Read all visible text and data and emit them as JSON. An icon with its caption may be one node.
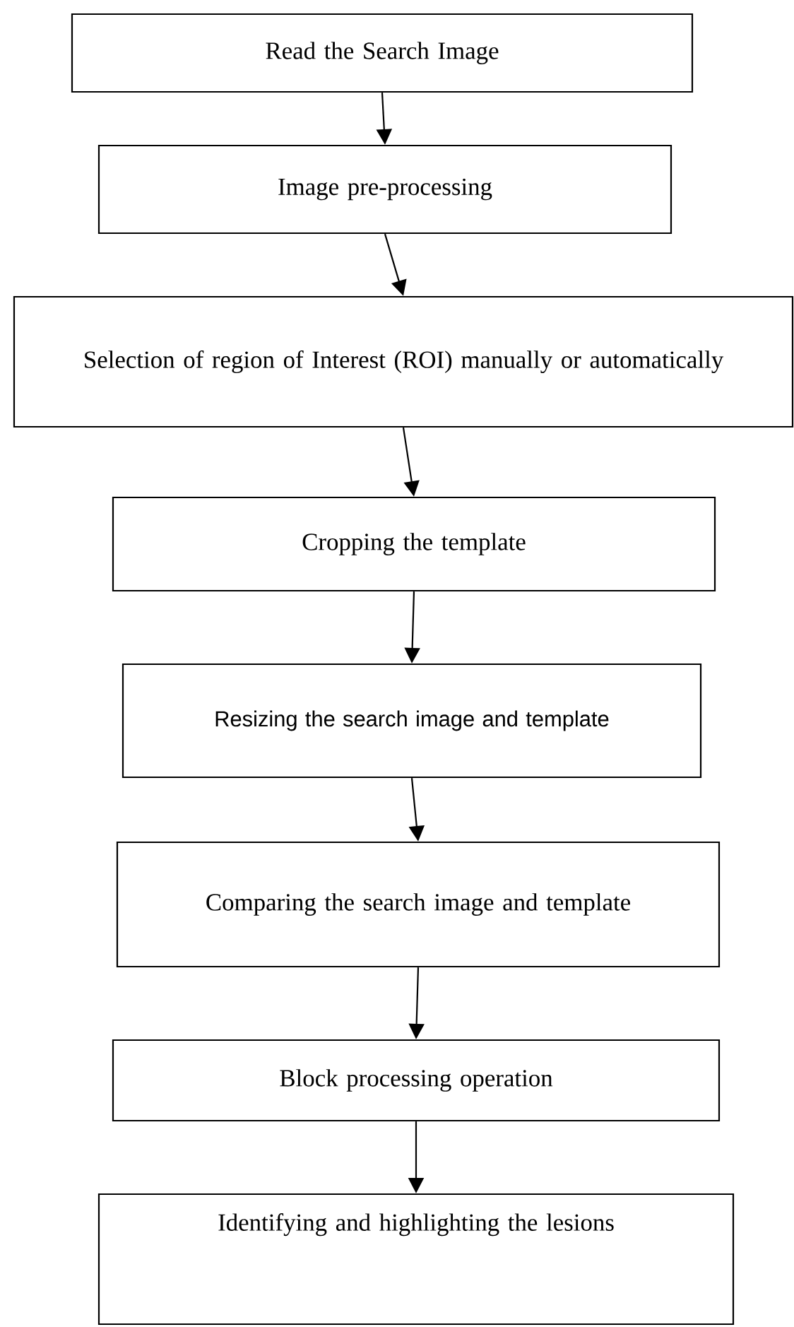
{
  "diagram": {
    "nodes": [
      {
        "text": [
          "Read the Search Image"
        ]
      },
      {
        "text": [
          "Image pre-processing"
        ]
      },
      {
        "text": [
          "Selection of region of Interest (ROI) manually or automatically"
        ]
      },
      {
        "text": [
          "Cropping the template"
        ]
      },
      {
        "text": [
          "Resizing the search image and template"
        ]
      },
      {
        "text": [
          "Comparing the search image and template"
        ]
      },
      {
        "text": [
          "Block processing operation"
        ]
      },
      {
        "text": [
          "Identifying and highlighting the lesions"
        ]
      }
    ],
    "edges": [
      {
        "from": 0,
        "to": 1,
        "arrow": "to"
      },
      {
        "from": 1,
        "to": 2,
        "arrow": "to"
      },
      {
        "from": 2,
        "to": 3,
        "arrow": "to"
      },
      {
        "from": 3,
        "to": 4,
        "arrow": "to"
      },
      {
        "from": 4,
        "to": 5,
        "arrow": "to"
      },
      {
        "from": 5,
        "to": 6,
        "arrow": "to"
      },
      {
        "from": 6,
        "to": 7,
        "arrow": "to"
      }
    ]
  }
}
